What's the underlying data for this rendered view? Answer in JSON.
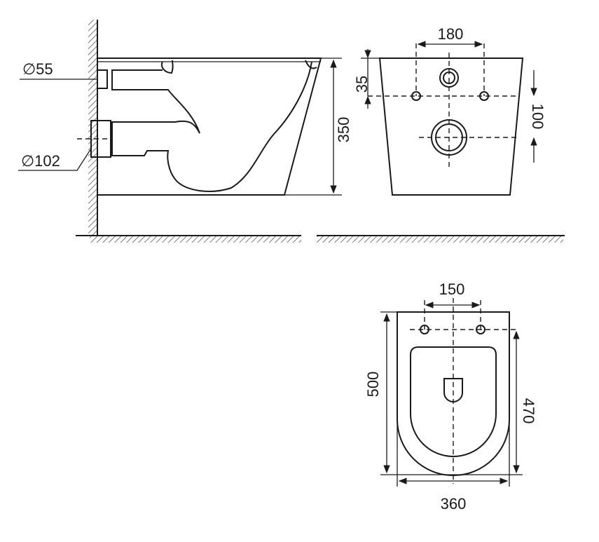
{
  "side_view": {
    "dim_outlet_small": "∅55",
    "dim_outlet_large": "∅102",
    "dim_height": "350"
  },
  "back_view": {
    "dim_bolt_spacing": "180",
    "dim_top_offset": "35",
    "dim_inlet_spacing": "100"
  },
  "top_view": {
    "dim_hole_spacing": "150",
    "dim_total_length": "500",
    "dim_bowl_length": "470",
    "dim_width": "360"
  }
}
